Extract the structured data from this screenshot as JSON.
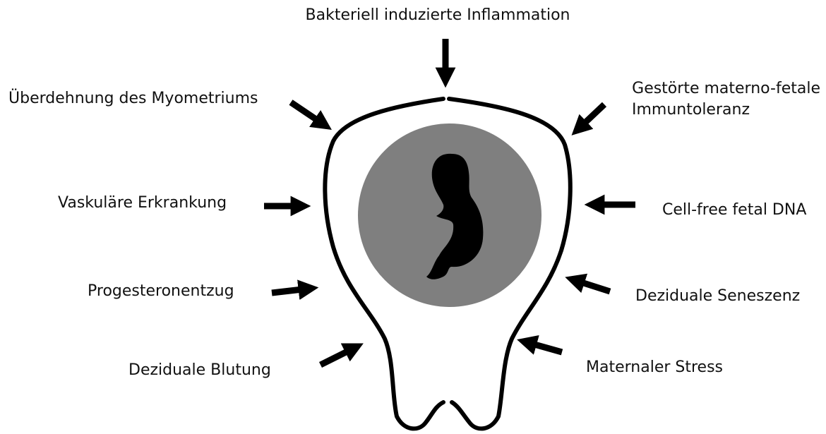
{
  "diagram": {
    "colors": {
      "outline": "#000000",
      "sac": "#7f7f7f",
      "background": "#ffffff",
      "text": "#111111"
    },
    "labels": {
      "top": "Bakteriell induzierte Inflammation",
      "left_1": "Überdehnung des Myometriums",
      "left_2": "Vaskuläre Erkrankung",
      "left_3": "Progesteronentzug",
      "left_4": "Deziduale Blutung",
      "right_1_line1": "Gestörte materno-fetale",
      "right_1_line2": "Immuntoleranz",
      "right_2": "Cell-free fetal DNA",
      "right_3": "Deziduale Seneszenz",
      "right_4": "Maternaler Stress"
    },
    "icons": {
      "uterus": "uterus-outline-icon",
      "fetus": "fetus-silhouette-icon",
      "arrow": "arrow-icon"
    }
  }
}
